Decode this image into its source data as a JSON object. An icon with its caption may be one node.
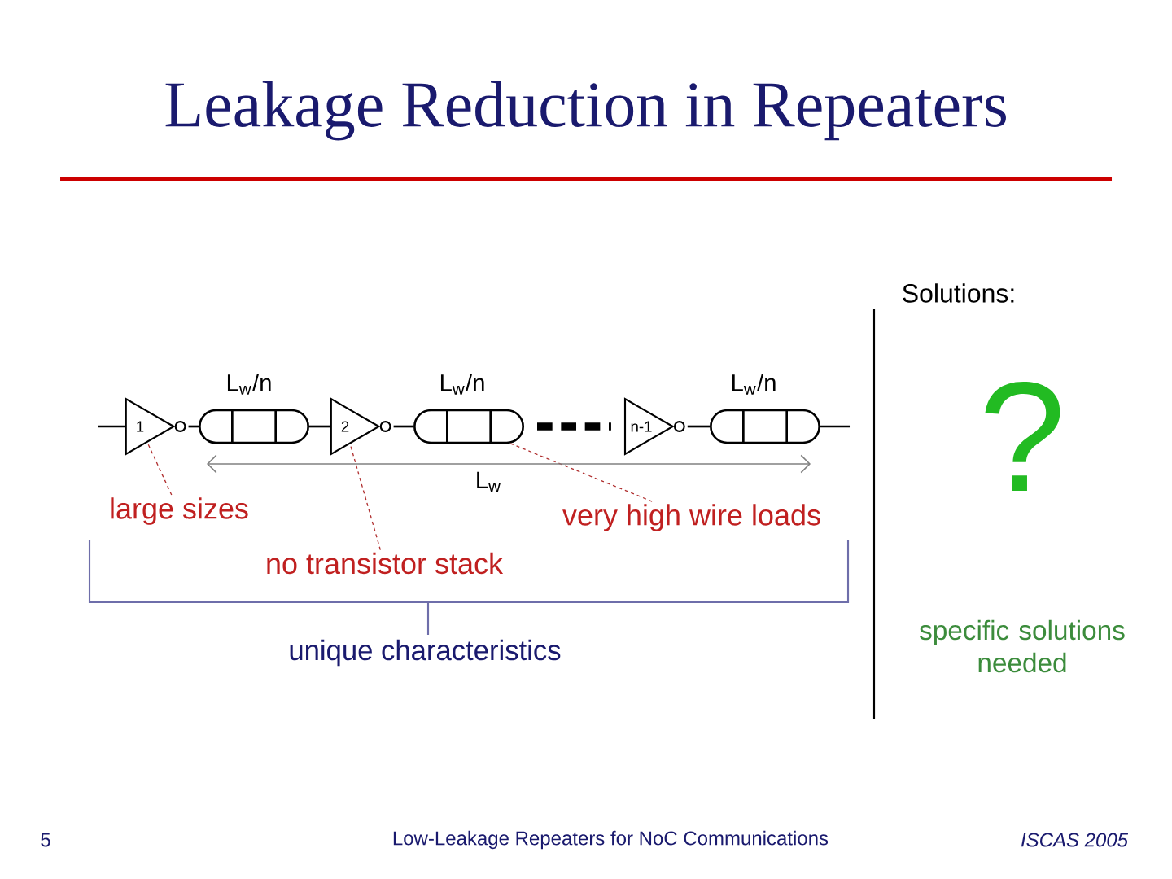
{
  "diagram": {
    "title": "Leakage Reduction in Repeaters",
    "nodes": [
      {
        "text": [
          "1"
        ]
      },
      {
        "text": [],
        "shape": "cylinder",
        "beside": [
          "L$_{w}$/n"
        ]
      },
      {
        "text": [
          "2"
        ]
      },
      {
        "text": [],
        "shape": "cylinder",
        "beside": [
          "L$_{w}$/n"
        ]
      },
      {
        "text": [
          "n-1"
        ]
      },
      {
        "text": [],
        "shape": "cylinder",
        "beside": [
          "L$_{w}$/n"
        ]
      },
      {
        "text": [
          "large sizes"
        ]
      },
      {
        "text": [
          "no transistor stack"
        ]
      },
      {
        "text": [
          "very high wire loads"
        ]
      }
    ],
    "edges": [
      {
        "from": null,
        "to": 0,
        "arrow": "none"
      },
      {
        "from": 0,
        "to": 1,
        "arrow": "none"
      },
      {
        "from": 1,
        "to": 2,
        "arrow": "none"
      },
      {
        "from": 2,
        "to": 3,
        "arrow": "none"
      },
      {
        "from": 3,
        "to": 4,
        "arrow": "none",
        "style": "dashed"
      },
      {
        "from": 4,
        "to": 5,
        "arrow": "none"
      },
      {
        "from": 5,
        "to": null,
        "arrow": "none"
      },
      {
        "from": 6,
        "to": 0,
        "arrow": "none",
        "style": "dashed",
        "color": "#b03030"
      },
      {
        "from": 7,
        "to": 2,
        "arrow": "none",
        "style": "dashed",
        "color": "#b03030"
      },
      {
        "from": 8,
        "to": 3,
        "arrow": "none",
        "style": "dashed",
        "color": "#b03030"
      }
    ],
    "labels": [
      "L$_{w}$",
      "unique characteristics",
      "Solutions:",
      "?",
      "specific solutions needed",
      "5",
      "Low-Leakage Repeaters for NoC Communications",
      "ISCAS 2005"
    ]
  }
}
